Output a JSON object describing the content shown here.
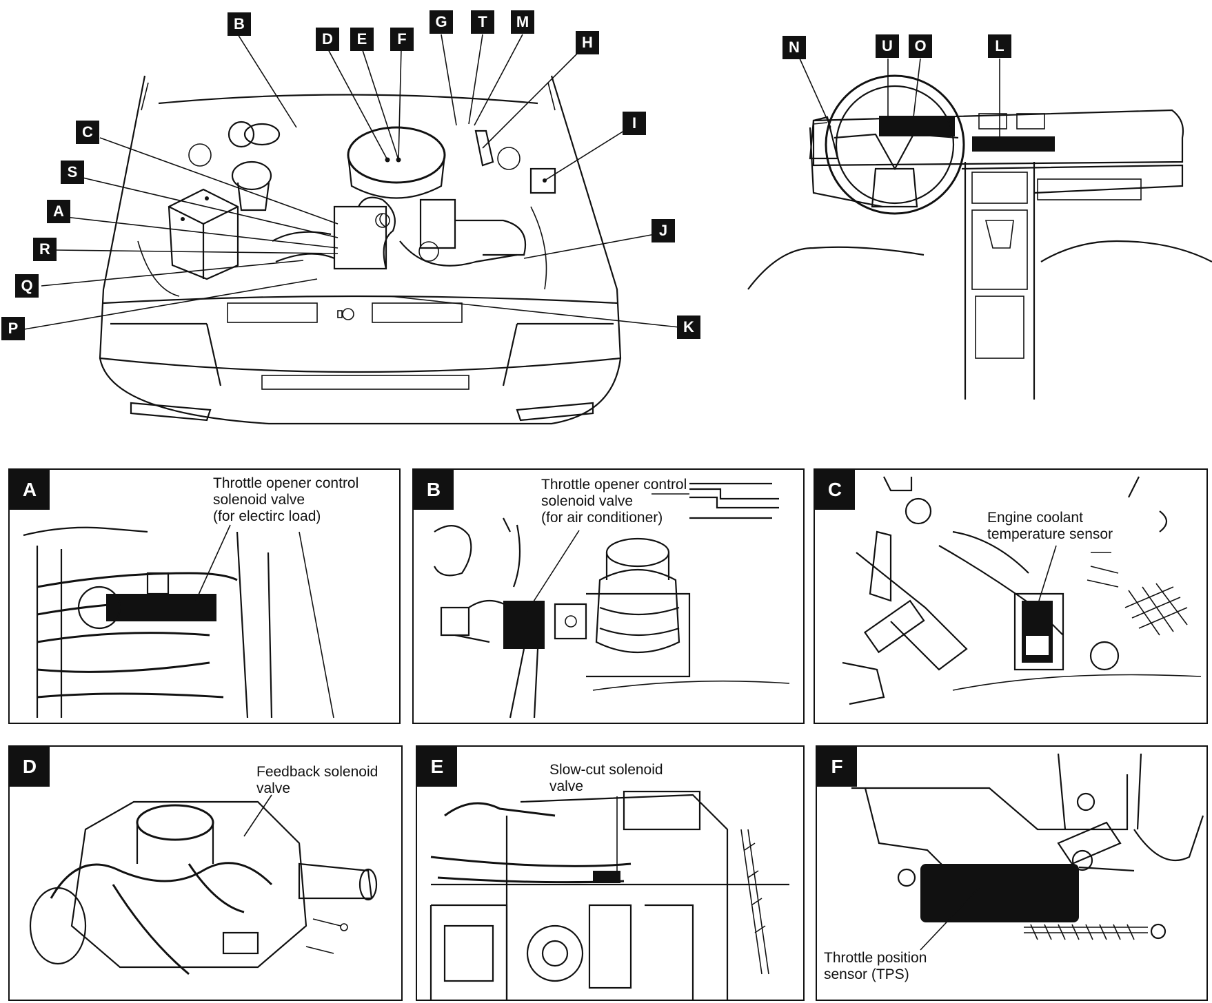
{
  "overview_labels": {
    "A": "A",
    "B": "B",
    "C": "C",
    "D": "D",
    "E": "E",
    "F": "F",
    "G": "G",
    "H": "H",
    "I": "I",
    "J": "J",
    "K": "K",
    "L": "L",
    "M": "M",
    "N": "N",
    "O": "O",
    "P": "P",
    "Q": "Q",
    "R": "R",
    "S": "S",
    "T": "T",
    "U": "U"
  },
  "panels": [
    {
      "tag": "A",
      "caption": "Throttle opener control\nsolenoid valve\n(for electirc load)"
    },
    {
      "tag": "B",
      "caption": "Throttle opener control\nsolenoid valve\n(for air conditioner)"
    },
    {
      "tag": "C",
      "caption": "Engine coolant\ntemperature sensor"
    },
    {
      "tag": "D",
      "caption": "Feedback solenoid\nvalve"
    },
    {
      "tag": "E",
      "caption": "Slow-cut solenoid\nvalve"
    },
    {
      "tag": "F",
      "caption": "Throttle position\nsensor (TPS)"
    }
  ]
}
